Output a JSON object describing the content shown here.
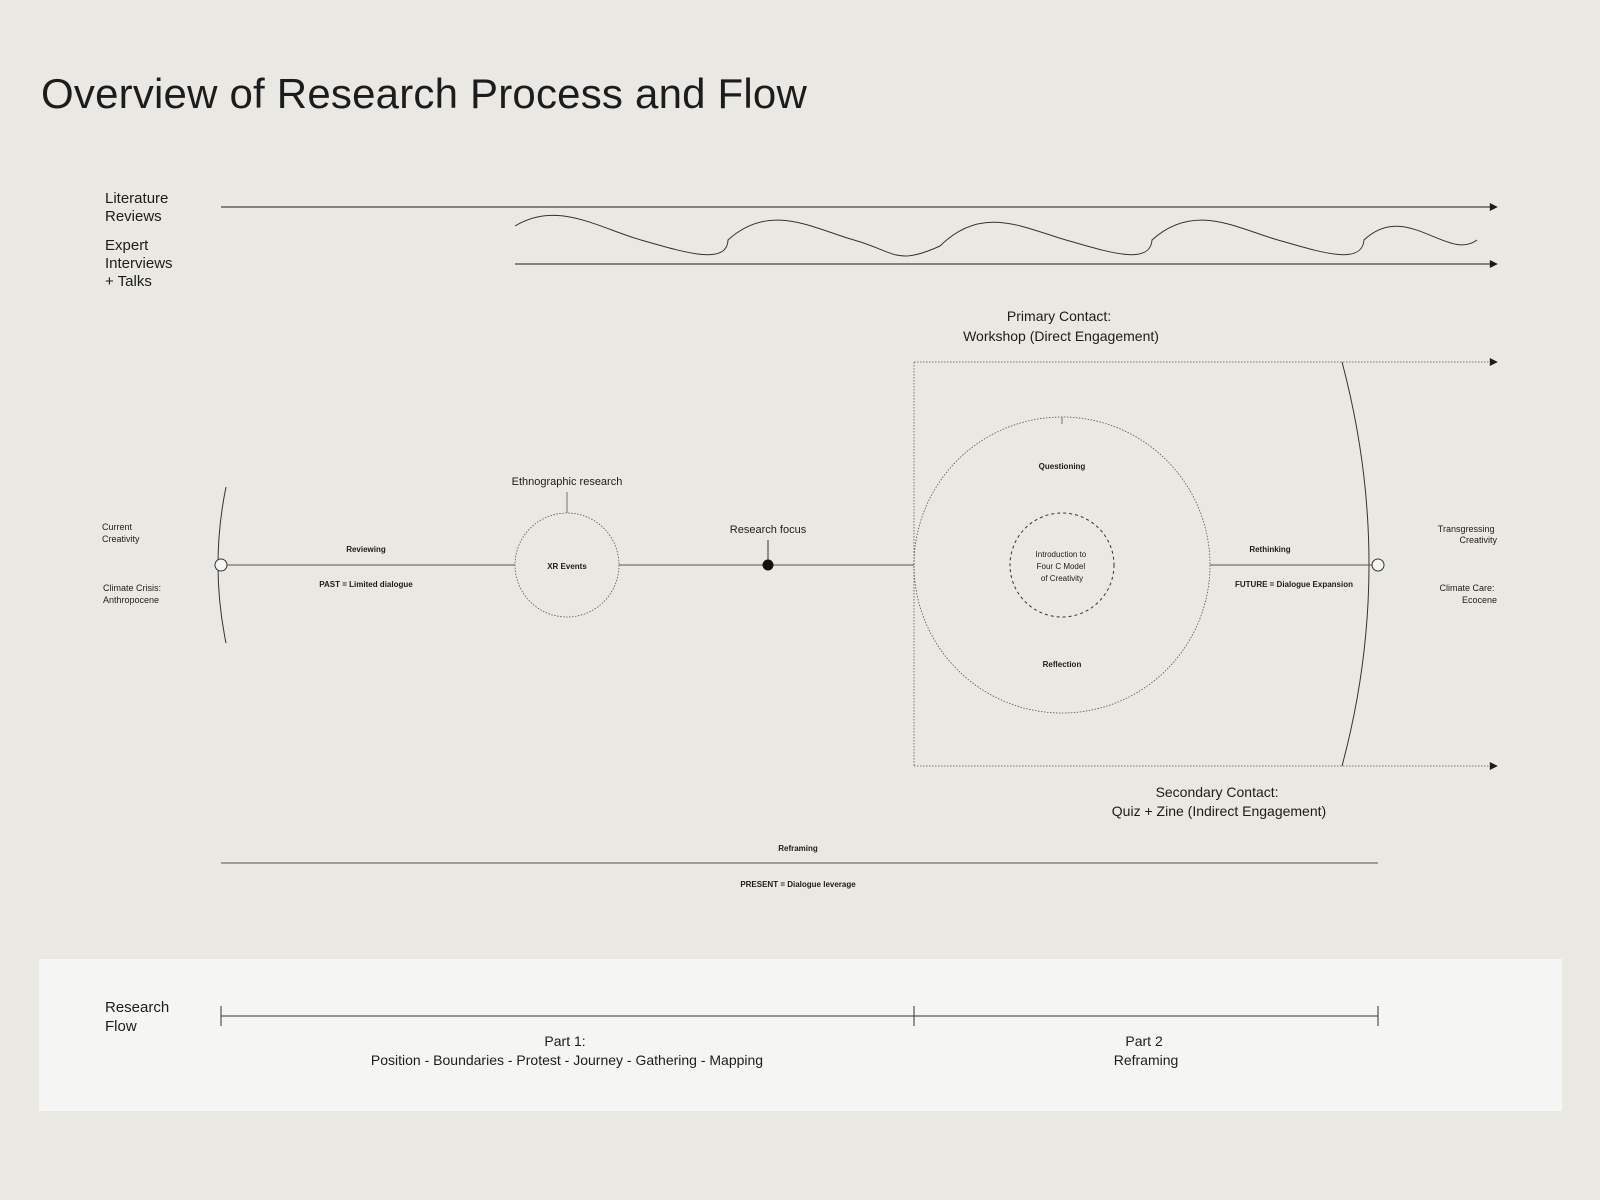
{
  "title": "Overview of Research Process and Flow",
  "tracks": {
    "literature": [
      "Literature",
      "Reviews"
    ],
    "interviews": [
      "Expert",
      "Interviews",
      "+ Talks"
    ]
  },
  "primary_contact": [
    "Primary Contact:",
    "Workshop (Direct Engagement)"
  ],
  "secondary_contact": [
    "Secondary Contact:",
    "Quiz + Zine (Indirect Engagement)"
  ],
  "left_labels": {
    "top": [
      "Current",
      "Creativity"
    ],
    "bottom": [
      "Climate Crisis:",
      "Anthropocene"
    ]
  },
  "right_labels": {
    "top": [
      "Transgressing",
      "Creativity"
    ],
    "bottom": [
      "Climate Care:",
      "Ecocene"
    ]
  },
  "segments": {
    "reviewing": "Reviewing",
    "past": "PAST = Limited dialogue",
    "ethnographic": "Ethnographic research",
    "xr_events": "XR Events",
    "research_focus": "Research focus",
    "rethinking": "Rethinking",
    "future": "FUTURE = Dialogue Expansion",
    "reframing": "Reframing",
    "present": "PRESENT = Dialogue leverage"
  },
  "workshop_circle": {
    "top": "Questioning",
    "center": [
      "Introduction to",
      "Four C Model",
      "of Creativity"
    ],
    "bottom": "Reflection"
  },
  "flow": {
    "label": [
      "Research",
      "Flow"
    ],
    "part1_title": "Part 1:",
    "part1_steps": "Position - Boundaries - Protest - Journey - Gathering - Mapping",
    "part2_title": "Part 2",
    "part2_steps": "Reframing"
  },
  "colors": {
    "background": "#e9e8e2",
    "ink": "#1c1c1c",
    "panel": "#f5f5f3"
  }
}
